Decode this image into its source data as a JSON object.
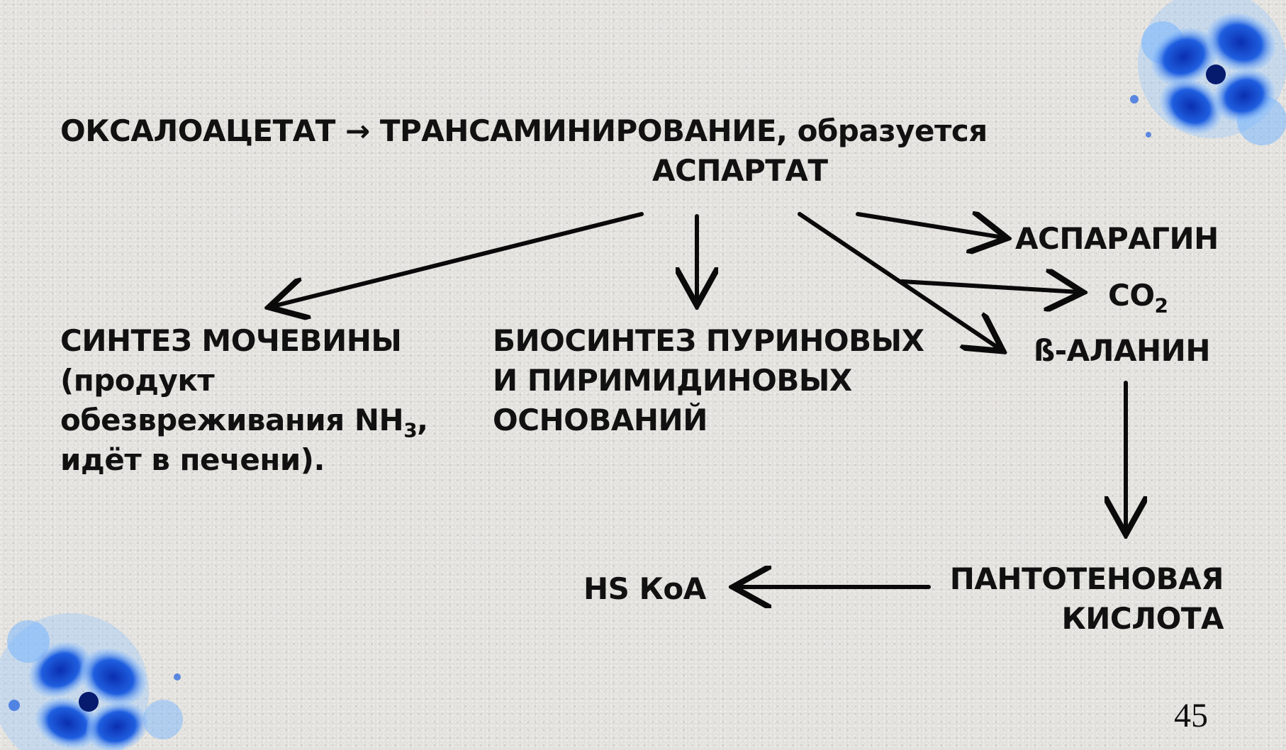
{
  "title": {
    "source": "ОКСАЛОАЦЕТАТ",
    "arrow": "→",
    "process": "ТРАНСАМИНИРОВАНИЕ,",
    "verb": "образуется",
    "product": "АСПАРТАТ"
  },
  "branches": {
    "urea": {
      "line1": "СИНТЕЗ МОЧЕВИНЫ",
      "line2": "(продукт",
      "line3_pre": "обезвреживания NH",
      "line3_sub": "3",
      "line3_post": ",",
      "line4": "идёт в печени)."
    },
    "nucleotides": {
      "line1": "БИОСИНТЕЗ ПУРИНОВЫХ",
      "line2": "И ПИРИМИДИНОВЫХ",
      "line3": "ОСНОВАНИЙ"
    },
    "asparagine": "АСПАРАГИН",
    "co2": {
      "text": "CO",
      "sub": "2"
    },
    "beta_alanine": "ß-АЛАНИН",
    "pantothenic": {
      "line1": "ПАНТОТЕНОВАЯ",
      "line2": "КИСЛОТА"
    },
    "coa": "HS КоА"
  },
  "page_number": "45",
  "colors": {
    "background": "#e2e0dc",
    "text": "#111111",
    "arrow": "#0a0a0a",
    "flower_blue": "#1f5fe0"
  },
  "decorations": [
    "blue-flower-top-right",
    "blue-flower-bottom-left"
  ]
}
